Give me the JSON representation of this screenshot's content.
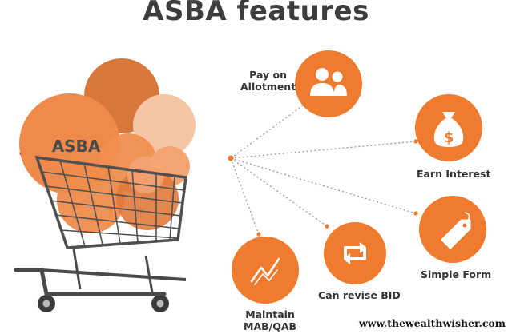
{
  "title": "ASBA features",
  "cart_label": "ASBA",
  "features": {
    "pay_on_allotment": [
      "Pay on",
      "Allotment"
    ],
    "earn_interest": "Earn Interest",
    "simple_form": "Simple Form",
    "can_revise_bid": "Can revise BID",
    "maintain_mab_qab": [
      "Maintain",
      "MAB/QAB"
    ]
  },
  "watermark": "www.thewealthwisher.com",
  "icons": {
    "pay_on_allotment": "users-icon",
    "earn_interest": "money-bag-icon",
    "simple_form": "price-tag-icon",
    "can_revise_bid": "refresh-arrows-icon",
    "maintain_mab_qab": "chart-line-icon"
  },
  "colors": {
    "accent": "#EF7B2E",
    "title": "#3D3D3D",
    "cart": "#4A4A4A"
  }
}
